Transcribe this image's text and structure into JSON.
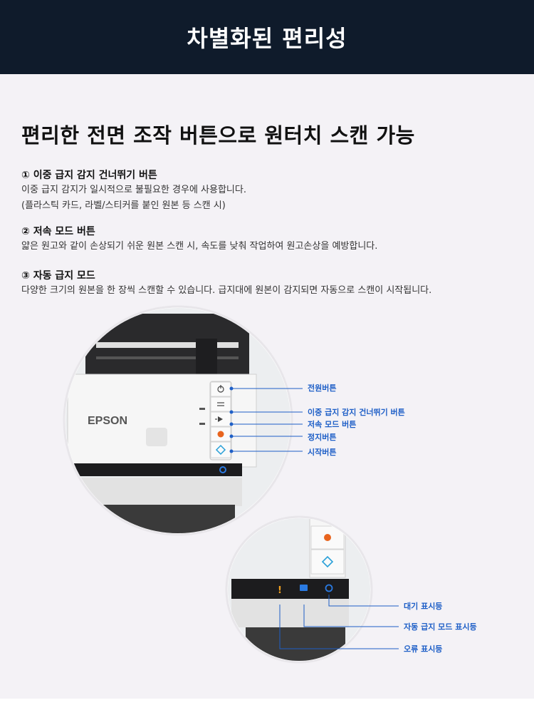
{
  "header": {
    "title": "차별화된 편리성"
  },
  "headline": "편리한 전면 조작 버튼으로 원터치 스캔 가능",
  "features": [
    {
      "title": "① 이중 급지 감지 건너뛰기 버튼",
      "lines": [
        "이중 급지 감지가 일시적으로 불필요한 경우에 사용합니다.",
        "(플라스틱 카드, 라벨/스티커를 붙인 원본 등 스캔 시)"
      ]
    },
    {
      "title": "② 저속 모드 버튼",
      "lines": [
        "얇은 원고와 같이 손상되기 쉬운 원본 스캔 시, 속도를 낮춰 작업하여 원고손상을 예방합니다."
      ]
    },
    {
      "title": "③ 자동 급지 모드",
      "lines": [
        "다양한 크기의 원본을 한 장씩 스캔할 수 있습니다. 급지대에 원본이 감지되면 자동으로 스캔이 시작됩니다."
      ]
    }
  ],
  "scanner": {
    "brand": "EPSON"
  },
  "button_labels": [
    "전원버튼",
    "이중 급지 감지 건너뛰기 버튼",
    "저속 모드 버튼",
    "정지버튼",
    "시작버튼"
  ],
  "indicator_labels": [
    "대기 표시등",
    "자동 급지 모드 표시등",
    "오류 표시등"
  ],
  "indicator_symbols": {
    "error": "!"
  },
  "colors": {
    "header_bg": "#0f1b2b",
    "accent": "#1e5fc7",
    "stop": "#e8641e",
    "start": "#2aa0d8"
  }
}
